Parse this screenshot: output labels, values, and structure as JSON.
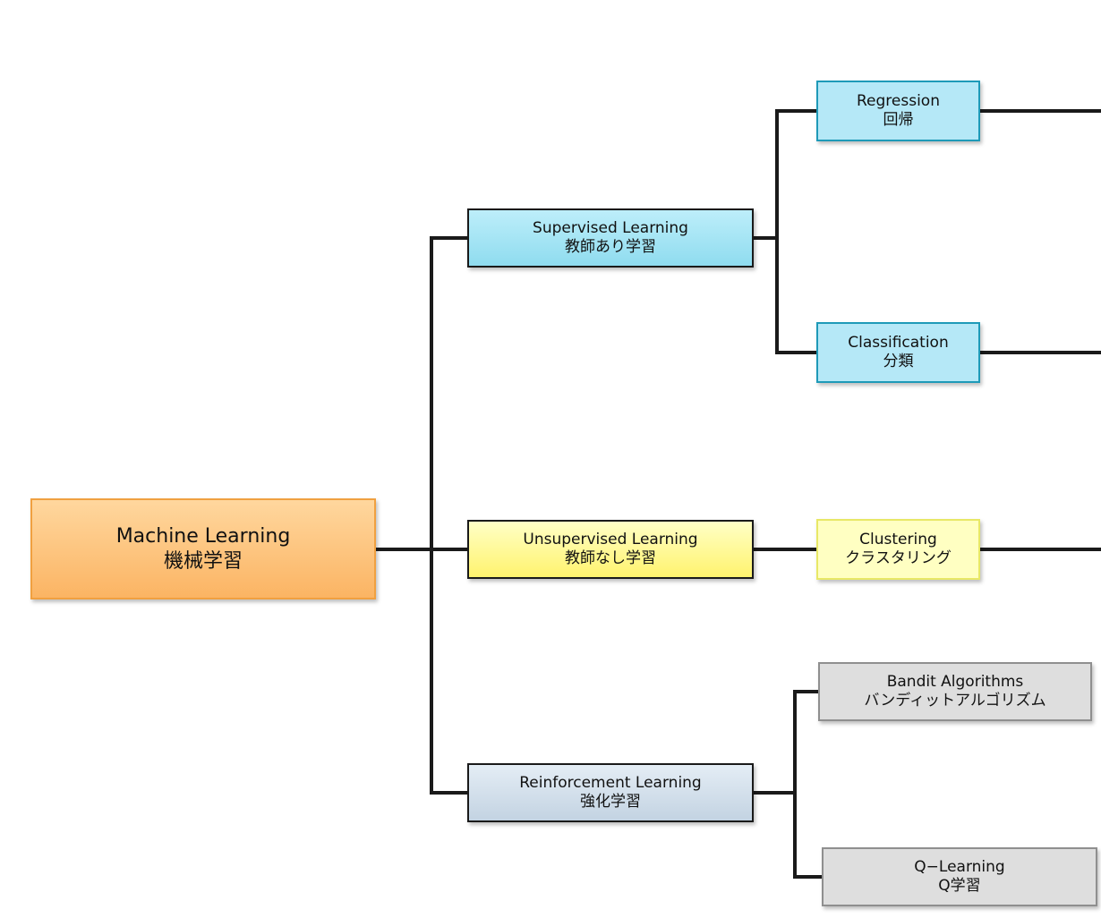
{
  "root": {
    "en": "Machine Learning",
    "ja": "機械学習"
  },
  "categories": {
    "supervised": {
      "en": "Supervised Learning",
      "ja": "教師あり学習"
    },
    "unsupervised": {
      "en": "Unsupervised Learning",
      "ja": "教師なし学習"
    },
    "reinforcement": {
      "en": "Reinforcement Learning",
      "ja": "強化学習"
    }
  },
  "leaves": {
    "regression": {
      "en": "Regression",
      "ja": "回帰"
    },
    "classification": {
      "en": "Classification",
      "ja": "分類"
    },
    "clustering": {
      "en": "Clustering",
      "ja": "クラスタリング"
    },
    "bandit": {
      "en": "Bandit Algorithms",
      "ja": "バンディットアルゴリズム"
    },
    "qlearning": {
      "en": "Q−Learning",
      "ja": "Q学習"
    }
  },
  "colors": {
    "root": "#fbb463",
    "supervised": "#8fdcef",
    "unsupervised": "#fff36e",
    "reinforcement": "#c3d3e2",
    "leaf_blue": "#b5e8f7",
    "leaf_yellow": "#ffffc2",
    "leaf_gray": "#dedede",
    "connector": "#1a1a1a"
  }
}
